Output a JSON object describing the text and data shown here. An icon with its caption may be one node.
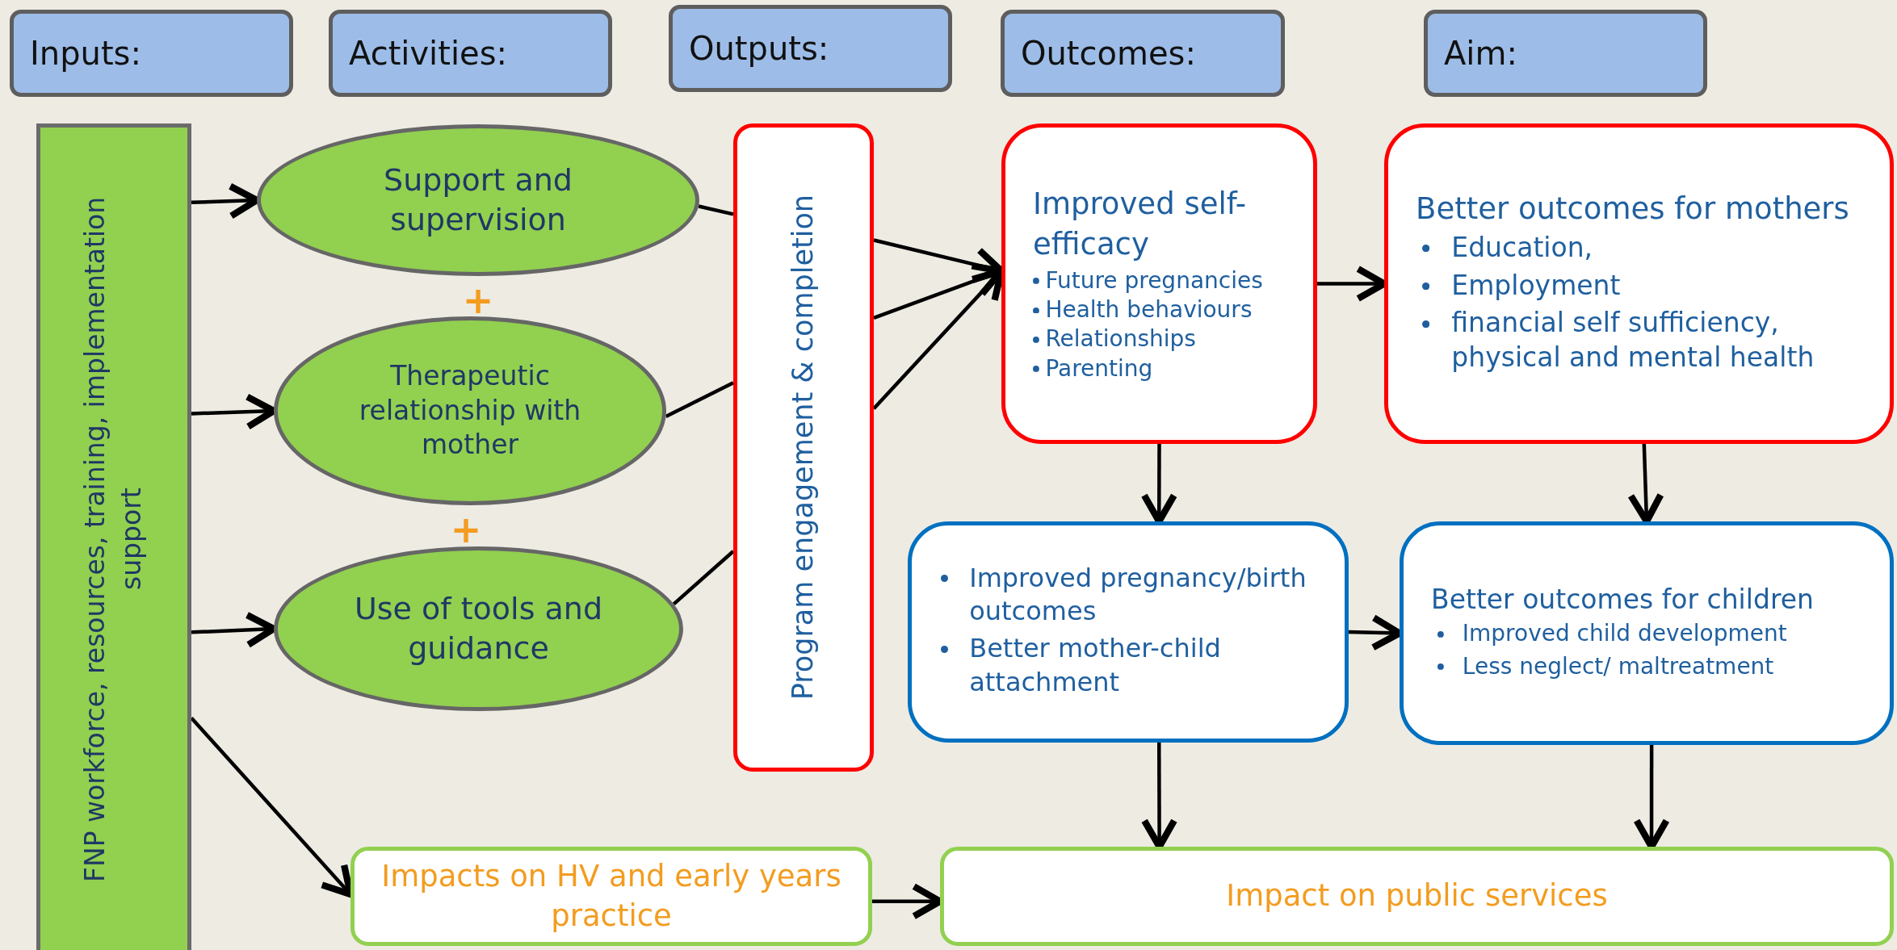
{
  "diagram": {
    "nodes": [
      {
        "text": [
          "Inputs:"
        ]
      },
      {
        "text": [
          "Activities:"
        ]
      },
      {
        "text": [
          "Outputs:"
        ]
      },
      {
        "text": [
          "Outcomes:"
        ]
      },
      {
        "text": [
          "Aim:"
        ]
      },
      {
        "text": [
          "FNP workforce, resources, training, implementation support"
        ]
      },
      {
        "text": [
          "Support and supervision"
        ]
      },
      {
        "text": [
          "Therapeutic relationship with mother"
        ]
      },
      {
        "text": [
          "Use of tools and guidance"
        ]
      },
      {
        "text": [
          "Program engagement & completion"
        ]
      },
      {
        "text": [
          "Improved self-efficacy",
          "Future pregnancies",
          "Health behaviours",
          "Relationships",
          "Parenting"
        ]
      },
      {
        "text": [
          "Better outcomes for mothers",
          "Education,",
          "Employment",
          "financial self sufficiency, physical and mental health"
        ]
      },
      {
        "text": [
          "Improved pregnancy/birth outcomes",
          "Better mother-child attachment"
        ]
      },
      {
        "text": [
          "Better outcomes for children",
          "Improved child development",
          "Less neglect/ maltreatment"
        ]
      },
      {
        "text": [
          "Impacts on HV and early years practice"
        ]
      },
      {
        "text": [
          "Impact on public services"
        ]
      }
    ],
    "edges": [
      {
        "from": 5,
        "to": 6,
        "arrow": "to"
      },
      {
        "from": 5,
        "to": 7,
        "arrow": "to"
      },
      {
        "from": 5,
        "to": 8,
        "arrow": "to"
      },
      {
        "from": 5,
        "to": 14,
        "arrow": "to"
      },
      {
        "from": 6,
        "to": 9,
        "arrow": "none"
      },
      {
        "from": 7,
        "to": 9,
        "arrow": "none"
      },
      {
        "from": 8,
        "to": 9,
        "arrow": "none"
      },
      {
        "from": 9,
        "to": 10,
        "arrow": "to"
      },
      {
        "from": 9,
        "to": 10,
        "arrow": "to"
      },
      {
        "from": 9,
        "to": 10,
        "arrow": "to"
      },
      {
        "from": 10,
        "to": 11,
        "arrow": "to"
      },
      {
        "from": 10,
        "to": 12,
        "arrow": "to"
      },
      {
        "from": 11,
        "to": 13,
        "arrow": "to"
      },
      {
        "from": 12,
        "to": 13,
        "arrow": "to"
      },
      {
        "from": 12,
        "to": 15,
        "arrow": "to"
      },
      {
        "from": 13,
        "to": 15,
        "arrow": "to"
      },
      {
        "from": 14,
        "to": 15,
        "arrow": "to"
      }
    ],
    "labels": [
      "+",
      "+"
    ]
  }
}
